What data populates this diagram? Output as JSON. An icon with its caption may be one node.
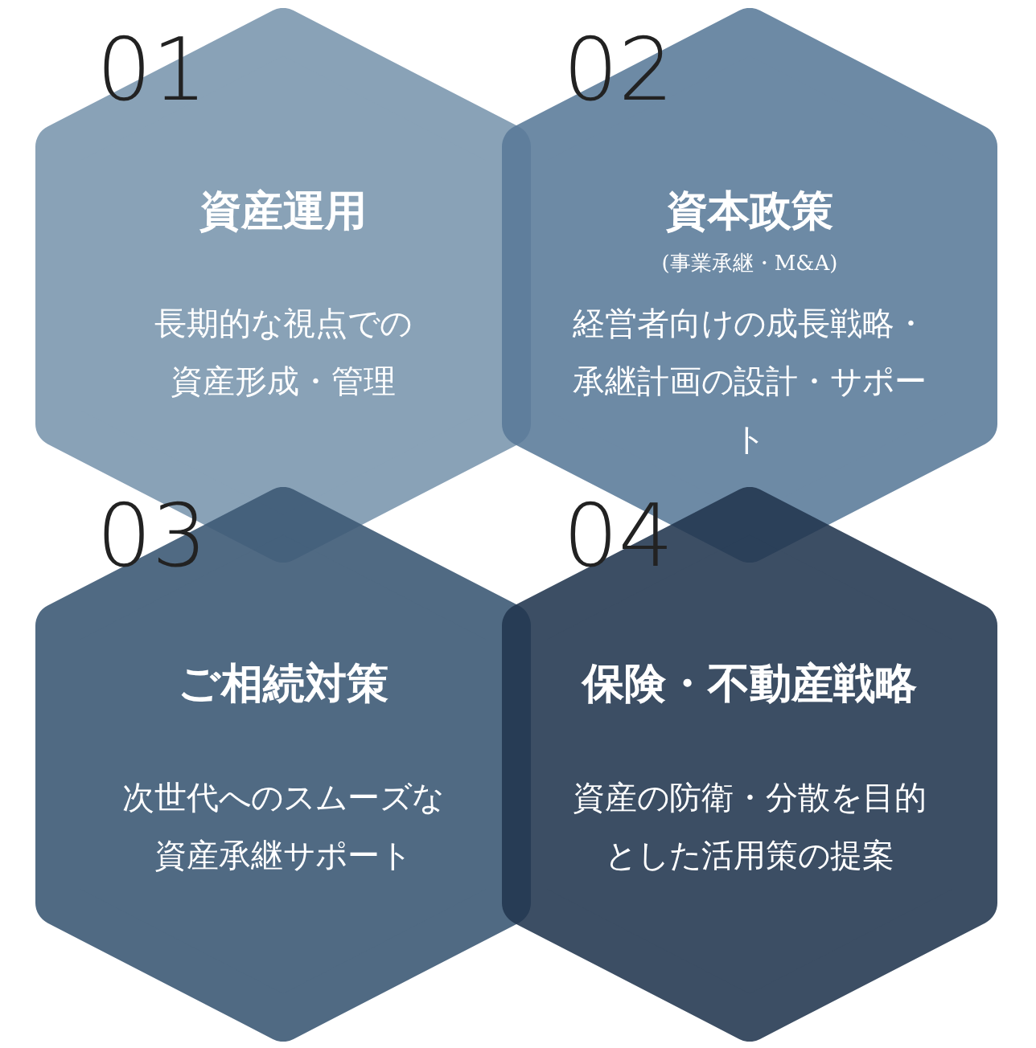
{
  "diagram": {
    "nodes": [
      {
        "text": [
          "01",
          "資産運用",
          "長期的な視点での資産形成・管理"
        ]
      },
      {
        "text": [
          "02",
          "資本政策",
          "(事業承継・M&A)",
          "経営者向けの成長戦略・承継計画の設計・サポート"
        ]
      },
      {
        "text": [
          "03",
          "ご相続対策",
          "次世代へのスムーズな資産承継サポート"
        ]
      },
      {
        "text": [
          "04",
          "保険・不動産戦略",
          "資産の防衛・分散を目的とした活用策の提案"
        ]
      }
    ]
  }
}
